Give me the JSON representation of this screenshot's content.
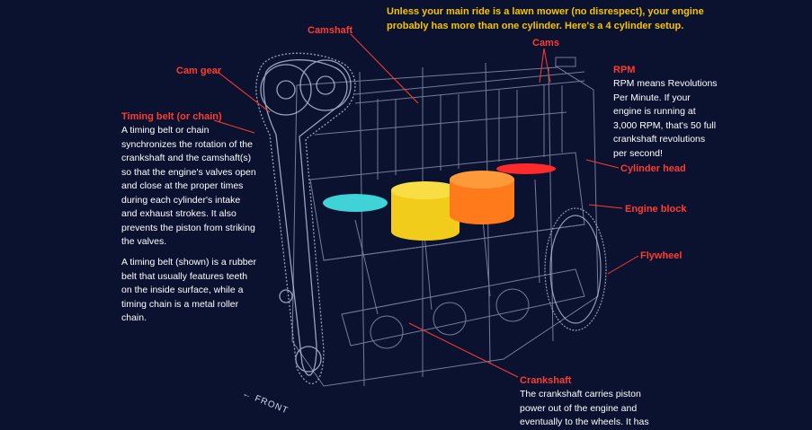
{
  "intro": "Unless your main ride is a lawn mower (no disrespect), your engine probably has more than one cylinder. Here's a 4 cylinder setup.",
  "labels": {
    "camshaft": "Camshaft",
    "cams": "Cams",
    "cam_gear": "Cam gear",
    "timing_belt": "Timing belt (or chain)",
    "rpm": "RPM",
    "cylinder_head": "Cylinder head",
    "engine_block": "Engine block",
    "flywheel": "Flywheel",
    "crankshaft": "Crankshaft",
    "front": "FRONT"
  },
  "descriptions": {
    "timing_belt_p1": "A timing belt or chain synchronizes the rotation of the crankshaft and the camshaft(s) so that the engine's valves open and close at the proper times during each cylinder's intake and exhaust strokes. It also prevents the piston from striking the valves.",
    "timing_belt_p2": "A timing belt (shown) is a rubber belt that usually features teeth on the inside surface, while a timing chain is a metal roller chain.",
    "rpm": "RPM means Revolutions Per Minute. If your engine is running at 3,000 RPM, that's 50 full crankshaft revolutions per second!",
    "crankshaft": "The crankshaft carries piston power out of the engine and eventually to the wheels. It has"
  },
  "colors": {
    "background": "#0b1230",
    "label": "#ff3b30",
    "intro": "#f5c400",
    "wire": "#c9d2ea",
    "piston_1": "#3fd3d8",
    "piston_2": "#f2cc1a",
    "piston_3": "#ff7a1a",
    "piston_4": "#ff2a2a"
  }
}
